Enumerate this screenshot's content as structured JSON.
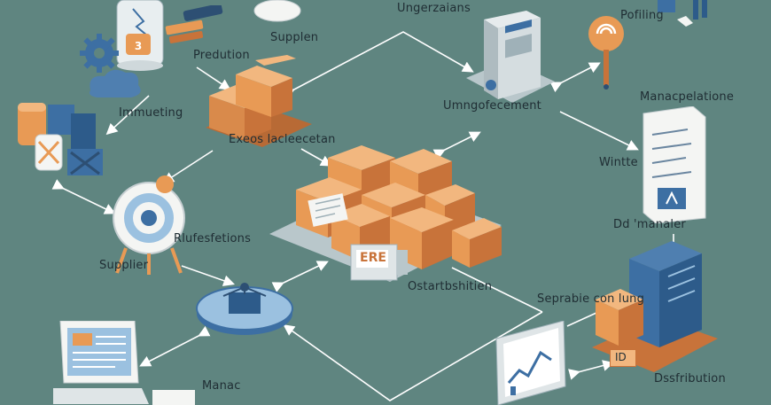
{
  "labels": {
    "production": "Predution",
    "supplier_top": "Supplen",
    "top_center": "Ungerzaians",
    "profiling": "Pofiling",
    "inventory": "Immueting",
    "exeos": "Exeos lacleecetan",
    "management": "Umngofecement",
    "manac": "Manacpelatione",
    "white": "Wintte",
    "dmanager": "Dd 'manaler",
    "reflections": "Rlufesfetions",
    "supplier_left": "Supplier",
    "ostart": "Ostartbshitien",
    "separable": "Seprabie con lung",
    "manac_bottom": "Manac",
    "distribution": "Dssfribution",
    "id_tag": "ID",
    "erp_tag": "ERE"
  },
  "colors": {
    "background": "#5f8580",
    "orange": "#e89a55",
    "orange_dark": "#c8733a",
    "blue": "#3d6fa3",
    "blue_light": "#9bc1e0",
    "white": "#f4f5f3",
    "gray": "#c7cfd2",
    "arrow": "#ffffff",
    "text": "#1f2d33"
  },
  "icons": [
    "gear-icon",
    "cloud-icon",
    "jar-icon",
    "box-icon",
    "server-icon",
    "pin-icon",
    "checklist-icon",
    "target-icon",
    "network-hub-icon",
    "erp-icon",
    "laptop-icon",
    "monitor-chart-icon",
    "server-rack-icon"
  ]
}
